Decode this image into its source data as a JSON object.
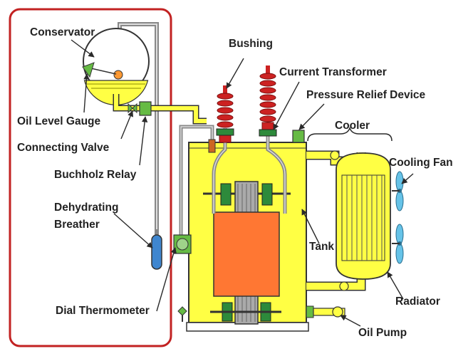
{
  "labels": {
    "conservator": "Conservator",
    "oil_level_gauge": "Oil Level Gauge",
    "connecting_valve": "Connecting Valve",
    "buchholz_relay": "Buchholz Relay",
    "dehydrating_breather_line1": "Dehydrating",
    "dehydrating_breather_line2": "Breather",
    "dial_thermometer": "Dial Thermometer",
    "bushing": "Bushing",
    "current_transformer": "Current Transformer",
    "pressure_relief_device": "Pressure Relief Device",
    "cooler": "Cooler",
    "cooling_fan": "Cooling Fan",
    "tank": "Tank",
    "radiator": "Radiator",
    "oil_pump": "Oil Pump"
  },
  "colors": {
    "oil_yellow": "#ffff44",
    "outline": "#333333",
    "bushing_red": "#cc2222",
    "core_orange": "#ff7733",
    "group_box": "#c22222",
    "fan_blue": "#66c3e8",
    "breather_blue": "#3f86cf",
    "relay_green": "#66bb44",
    "leader": "#2a2a2a"
  }
}
